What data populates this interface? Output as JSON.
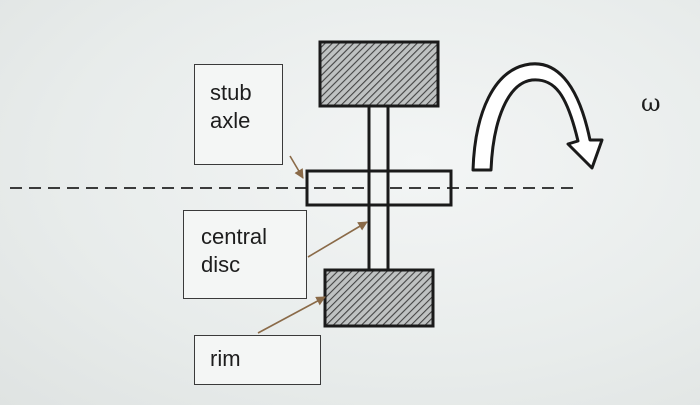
{
  "labels": {
    "stub_axle": [
      "stub",
      "axle"
    ],
    "central_disc": [
      "central",
      "disc"
    ],
    "rim": "rim"
  },
  "omega_symbol": "ω",
  "colors": {
    "background": "#ebeeee",
    "outline": "#1a1a1a",
    "hatch": "#444444",
    "arrow_line": "#8a6a48"
  }
}
